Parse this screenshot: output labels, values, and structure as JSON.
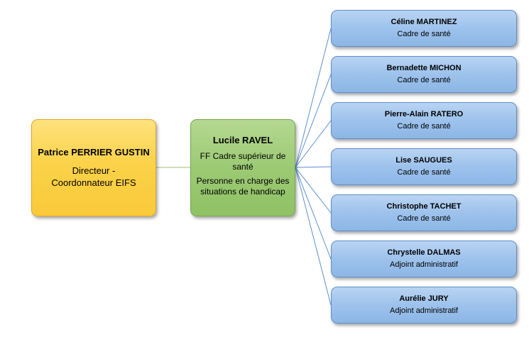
{
  "director": {
    "name": "Patrice PERRIER GUSTIN",
    "role_line1": "Directeur -",
    "role_line2": "Coordonnateur EIFS"
  },
  "manager": {
    "name": "Lucile RAVEL",
    "role1_line1": "FF Cadre supérieur de",
    "role1_line2": "santé",
    "role2_line1": "Personne en charge des",
    "role2_line2": "situations de handicap"
  },
  "staff": [
    {
      "name": "Céline MARTINEZ",
      "role": "Cadre de santé"
    },
    {
      "name": "Bernadette MICHON",
      "role": "Cadre de santé"
    },
    {
      "name": "Pierre-Alain RATERO",
      "role": "Cadre de santé"
    },
    {
      "name": "Lise SAUGUES",
      "role": "Cadre de santé"
    },
    {
      "name": "Christophe TACHET",
      "role": "Cadre de santé"
    },
    {
      "name": "Chrystelle DALMAS",
      "role": "Adjoint administratif"
    },
    {
      "name": "Aurélie JURY",
      "role": "Adjoint administratif"
    }
  ],
  "colors": {
    "director_fill": "#fbd249",
    "manager_fill": "#9cca74",
    "staff_fill": "#9dc2ec",
    "connector": "#9ec06d",
    "connector_blue": "#5b8fd0"
  }
}
